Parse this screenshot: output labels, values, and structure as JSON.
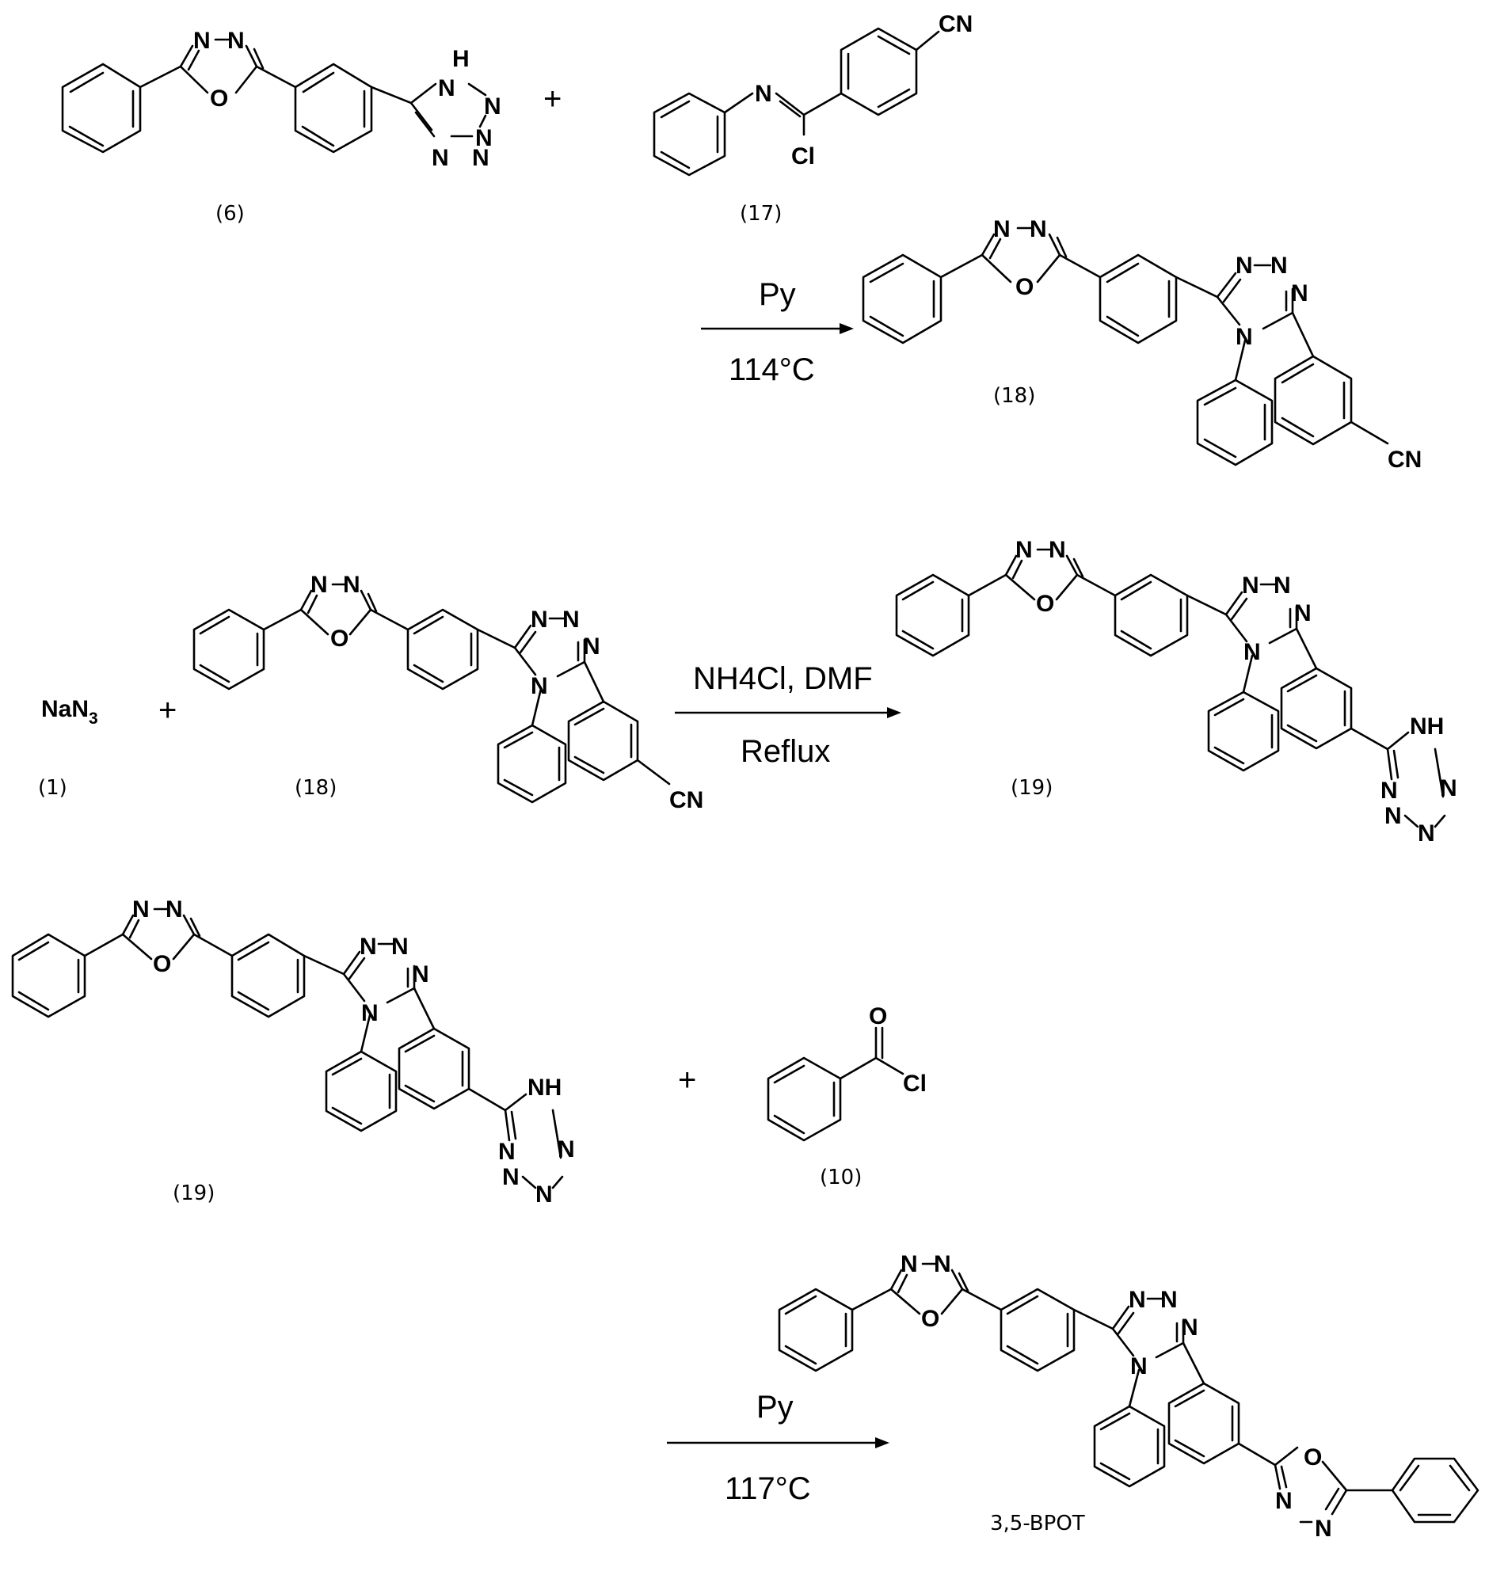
{
  "reaction1": {
    "reactant_a": {
      "label": "(6)"
    },
    "reactant_b": {
      "label": "(17)"
    },
    "plus": "+",
    "reagent": "Py",
    "temperature": "114°C",
    "product": {
      "label": "(18)"
    }
  },
  "reaction2": {
    "reactant_a": {
      "formula_main": "NaN",
      "formula_sub": "3",
      "label": "(1)"
    },
    "reactant_b": {
      "label": "(18)"
    },
    "plus": "+",
    "reagent": "NH4Cl, DMF",
    "condition": "Reflux",
    "product": {
      "label": "(19)"
    }
  },
  "reaction3": {
    "reactant_a": {
      "label": "(19)"
    },
    "reactant_b": {
      "label": "(10)"
    },
    "plus": "+",
    "reagent": "Py",
    "temperature": "117°C",
    "product": {
      "label": "3,5-BPOT"
    }
  },
  "atoms": {
    "N": "N",
    "O": "O",
    "H": "H",
    "NH": "NH",
    "CN": "CN",
    "Cl": "Cl"
  }
}
